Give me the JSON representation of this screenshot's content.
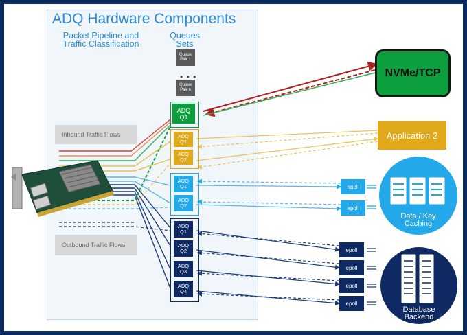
{
  "title": "ADQ Hardware Components",
  "pipeline_label_1": "Packet Pipeline and",
  "pipeline_label_2": "Traffic Classification",
  "queues_label_1": "Queues",
  "queues_label_2": "Sets",
  "inbound_label": "Inbound Traffic Flows",
  "outbound_label": "Outbound Traffic Flows",
  "queue_pair_1": [
    "Queue",
    "Pair 1"
  ],
  "queue_pair_n": [
    "Queue",
    "Pair n"
  ],
  "ellipsis": "• • •",
  "nvme_group": [
    "ADQ",
    "Q1"
  ],
  "app_group": [
    [
      "ADQ",
      "Q1"
    ],
    [
      "ADQ",
      "Q2"
    ]
  ],
  "cache_group": [
    [
      "ADQ",
      "Q1"
    ],
    [
      "ADQ",
      "Q2"
    ]
  ],
  "db_group": [
    [
      "ADQ",
      "Q1"
    ],
    [
      "ADQ",
      "Q2"
    ],
    [
      "ADQ",
      "Q3"
    ],
    [
      "ADQ",
      "Q4"
    ]
  ],
  "nvme_label": "NVMe/TCP",
  "app2_label": "Application 2",
  "epoll_label": "epoll",
  "cache_label_1": "Data / Key",
  "cache_label_2": "Caching",
  "db_label_1": "Database",
  "db_label_2": "Backend",
  "colors": {
    "nvme_green": "#0d9e3e",
    "app_gold": "#e0a81b",
    "cache_blue": "#23a8ea",
    "db_navy": "#0f2a63",
    "title_blue": "#2b8ad6",
    "red_flow": "#b0201f"
  }
}
